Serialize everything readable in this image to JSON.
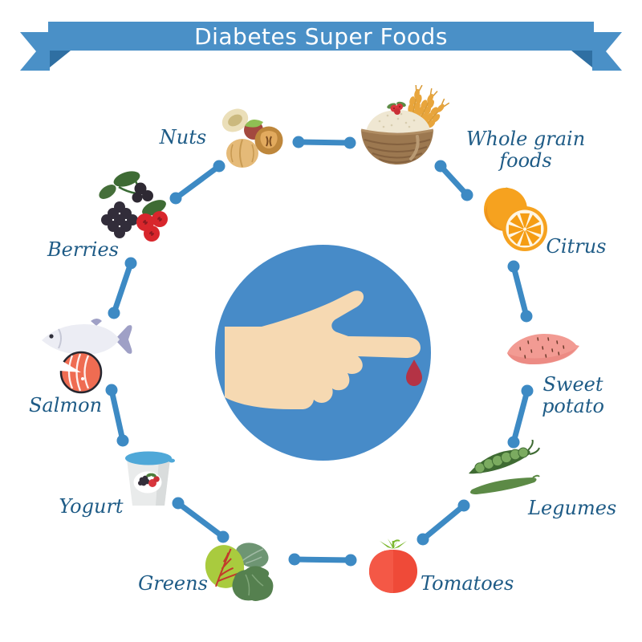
{
  "banner": {
    "title": "Diabetes Super Foods"
  },
  "foods": [
    {
      "id": "nuts",
      "label": "Nuts",
      "icon": "nuts-icon"
    },
    {
      "id": "whole-grain",
      "label": "Whole grain foods",
      "icon": "whole-grain-bowl-icon"
    },
    {
      "id": "citrus",
      "label": "Citrus",
      "icon": "citrus-icon"
    },
    {
      "id": "sweet-potato",
      "label": "Sweet potato",
      "icon": "sweet-potato-icon"
    },
    {
      "id": "legumes",
      "label": "Legumes",
      "icon": "legumes-icon"
    },
    {
      "id": "tomatoes",
      "label": "Tomatoes",
      "icon": "tomato-icon"
    },
    {
      "id": "greens",
      "label": "Greens",
      "icon": "greens-icon"
    },
    {
      "id": "yogurt",
      "label": "Yogurt",
      "icon": "yogurt-icon"
    },
    {
      "id": "salmon",
      "label": "Salmon",
      "icon": "salmon-icon"
    },
    {
      "id": "berries",
      "label": "Berries",
      "icon": "berries-icon"
    }
  ],
  "center": {
    "icon": "pointing-hand-blood-drop-icon"
  },
  "colors": {
    "ribbon_blue": "#4A90C7",
    "ribbon_fold_blue": "#2F6FA2",
    "title_text": "#FFFFFF",
    "connector_blue": "#3D8AC4",
    "label_text_blue": "#1E5B86",
    "center_circle_blue": "#478BC8",
    "hand_skin": "#F6D9B2",
    "blood_drop_red": "#B43345"
  }
}
